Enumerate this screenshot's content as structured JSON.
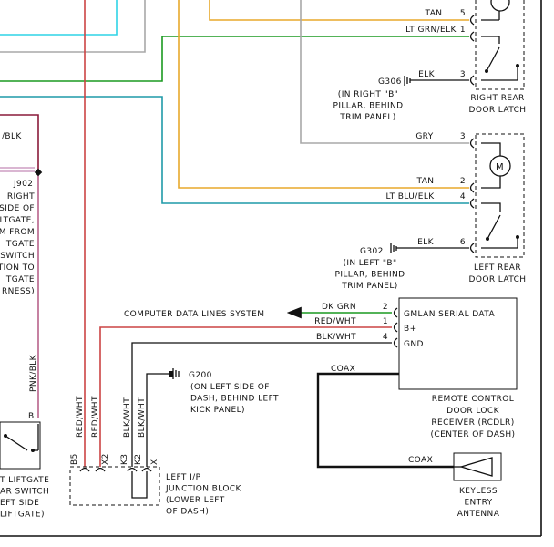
{
  "colors": {
    "cyan": "#2fd4e6",
    "gray": "#a8a8a8",
    "green": "#1a9a20",
    "teal": "#1f9aa8",
    "tan": "#e8a92c",
    "red": "#cc4444",
    "maroon": "#8a1a3a",
    "pink": "#b8628a",
    "black": "#111111"
  },
  "right_latch": {
    "wires": [
      {
        "color_label": "TAN",
        "pin": "5"
      },
      {
        "color_label": "LT GRN/ELK",
        "pin": "1"
      },
      {
        "color_label": "ELK",
        "pin": "3"
      }
    ],
    "ground_id": "G306",
    "ground_note": [
      "(IN RIGHT \"B\"",
      "PILLAR, BEHIND",
      "TRIM PANEL)"
    ],
    "label": [
      "RIGHT REAR",
      "DOOR LATCH"
    ]
  },
  "left_latch": {
    "wires": [
      {
        "color_label": "GRY",
        "pin": "3"
      },
      {
        "color_label": "TAN",
        "pin": "2"
      },
      {
        "color_label": "LT BLU/ELK",
        "pin": "4"
      },
      {
        "color_label": "ELK",
        "pin": "6"
      }
    ],
    "ground_id": "G302",
    "ground_note": [
      "(IN LEFT \"B\"",
      "PILLAR, BEHIND",
      "TRIM PANEL)"
    ],
    "label": [
      "LEFT REAR",
      "DOOR LATCH"
    ]
  },
  "splice": {
    "top_wire_label": "/BLK",
    "id": "J902",
    "note": [
      "RIGHT",
      "SIDE OF",
      "LTGATE,",
      "M FROM",
      "TGATE",
      "SWITCH",
      "TION TO",
      "TGATE",
      "RNESS)"
    ],
    "vertical_wire_label": "PNK/BLK",
    "switch_pin": "B",
    "switch_label": [
      "T LIFTGATE",
      "AR SWITCH",
      "EFT SIDE",
      "LIFTGATE)"
    ]
  },
  "rcdlr": {
    "data_line_label": "COMPUTER DATA LINES SYSTEM",
    "wires": [
      {
        "color_label": "DK GRN",
        "pin": "2",
        "function": "GMLAN SERIAL DATA"
      },
      {
        "color_label": "RED/WHT",
        "pin": "1",
        "function": "B+"
      },
      {
        "color_label": "BLK/WHT",
        "pin": "4",
        "function": "GND"
      }
    ],
    "coax_label": "COAX",
    "label": [
      "REMOTE CONTROL",
      "DOOR LOCK",
      "RECEIVER (RCDLR)",
      "(CENTER OF DASH)"
    ]
  },
  "ground_g200": {
    "id": "G200",
    "note": [
      "(ON LEFT SIDE OF",
      "DASH, BEHIND LEFT",
      "KICK PANEL)"
    ]
  },
  "junction_block": {
    "wire_labels": [
      "RED/WHT",
      "RED/WHT",
      "BLK/WHT",
      "BLK/WHT"
    ],
    "pins": [
      "B5",
      "X2",
      "K3",
      "K2",
      "X"
    ],
    "label": [
      "LEFT I/P",
      "JUNCTION BLOCK",
      "(LOWER LEFT",
      "OF DASH)"
    ]
  },
  "antenna": {
    "coax_label": "COAX",
    "label": [
      "KEYLESS",
      "ENTRY",
      "ANTENNA"
    ]
  }
}
